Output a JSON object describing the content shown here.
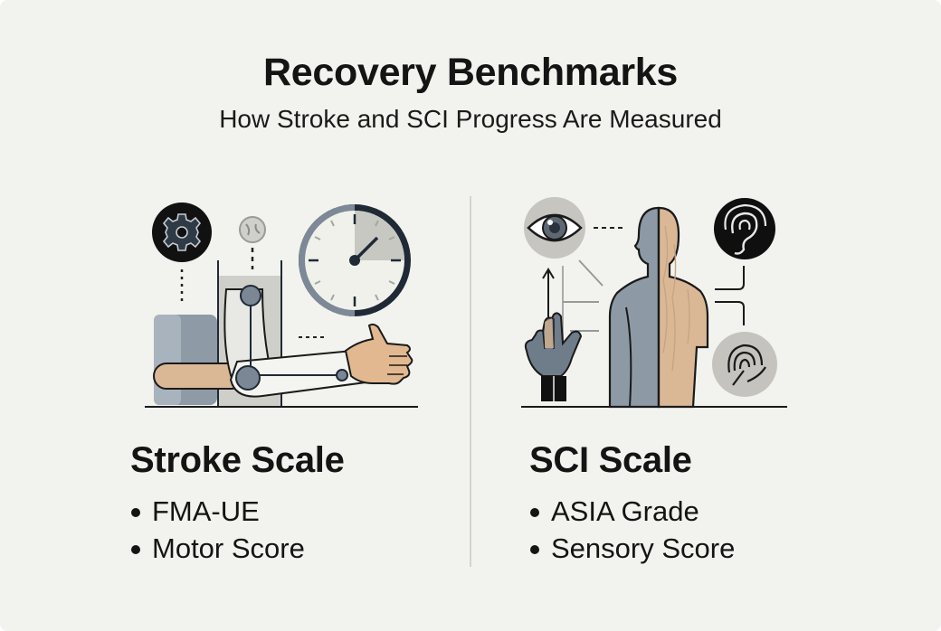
{
  "header": {
    "title": "Recovery Benchmarks",
    "subtitle": "How Stroke and SCI Progress Are Measured"
  },
  "columns": [
    {
      "id": "stroke",
      "title": "Stroke Scale",
      "items": [
        "FMA-UE",
        "Motor Score"
      ],
      "illustration_icons": [
        "gear-icon",
        "rotation-icon",
        "clock-icon",
        "arm-exoskeleton-icon",
        "hand-icon"
      ]
    },
    {
      "id": "sci",
      "title": "SCI Scale",
      "items": [
        "ASIA Grade",
        "Sensory Score"
      ],
      "illustration_icons": [
        "eye-icon",
        "raised-hand-icon",
        "human-figure-icon",
        "ear-icon",
        "touch-fingerprint-icon"
      ]
    }
  ],
  "colors": {
    "background": "#f2f2ee",
    "text": "#141414",
    "slate": "#8c99a6",
    "slate_dark": "#1f2a36",
    "wood": "#d9b894",
    "grey_circle": "#c5c4bf",
    "divider": "#d4d4cf"
  }
}
